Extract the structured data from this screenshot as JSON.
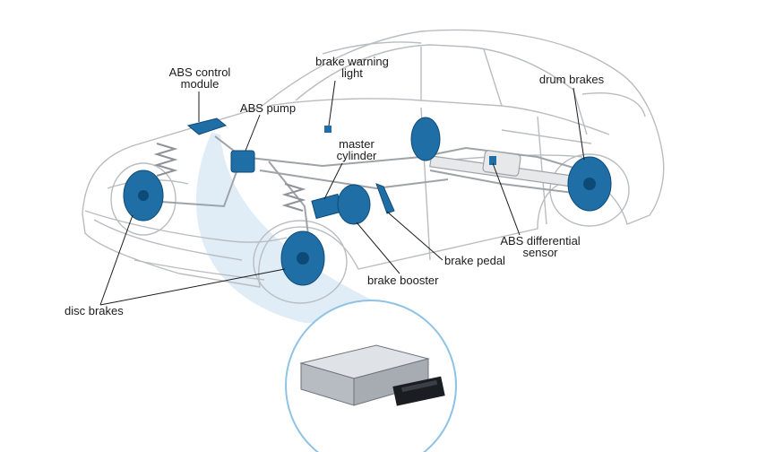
{
  "colors": {
    "component": "#1f6fa6",
    "component_dark": "#0e4a78",
    "beam": "#cfe3f3",
    "line": "#b9bcc0",
    "leader": "#1b1b1b"
  },
  "labels": {
    "abs_control_module": [
      "ABS control",
      "module"
    ],
    "brake_warning_light": [
      "brake warning",
      "light"
    ],
    "abs_pump": "ABS pump",
    "master_cylinder": [
      "master",
      "cylinder"
    ],
    "drum_brakes": "drum brakes",
    "abs_differential_sensor": [
      "ABS differential",
      "sensor"
    ],
    "brake_pedal": "brake pedal",
    "brake_booster": "brake booster",
    "disc_brakes": "disc brakes"
  }
}
